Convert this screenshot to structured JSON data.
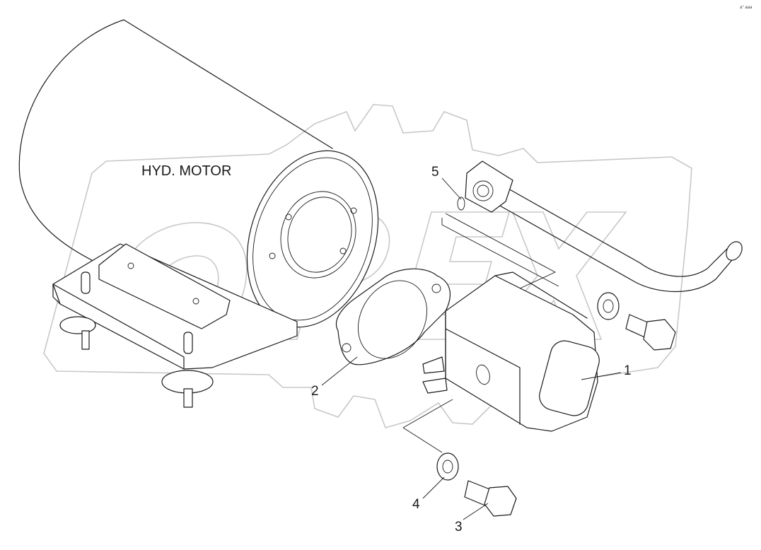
{
  "diagram": {
    "title": "HYD. MOTOR",
    "corner_mark": "a° aaa",
    "watermark": "OPEX",
    "callouts": [
      {
        "id": "1",
        "label": "1"
      },
      {
        "id": "2",
        "label": "2"
      },
      {
        "id": "3",
        "label": "3"
      },
      {
        "id": "4",
        "label": "4"
      },
      {
        "id": "5",
        "label": "5"
      }
    ],
    "colors": {
      "line": "#1a1a1a",
      "watermark": "#c8c8c8",
      "background": "#ffffff"
    }
  }
}
